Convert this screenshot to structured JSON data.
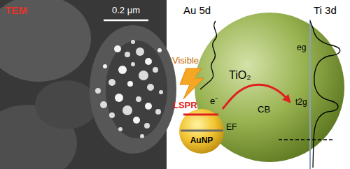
{
  "diagram": {
    "nodes": [
      {
        "text": [
          "TiO₂"
        ]
      },
      {
        "text": [
          "AuNP"
        ]
      }
    ],
    "labels": [
      "TEM",
      "0.2 μm",
      "Au 5d",
      "Ti 3d",
      "Visible",
      "LSPR",
      "e⁻",
      "CB",
      "t2g",
      "eg",
      "EF"
    ]
  }
}
